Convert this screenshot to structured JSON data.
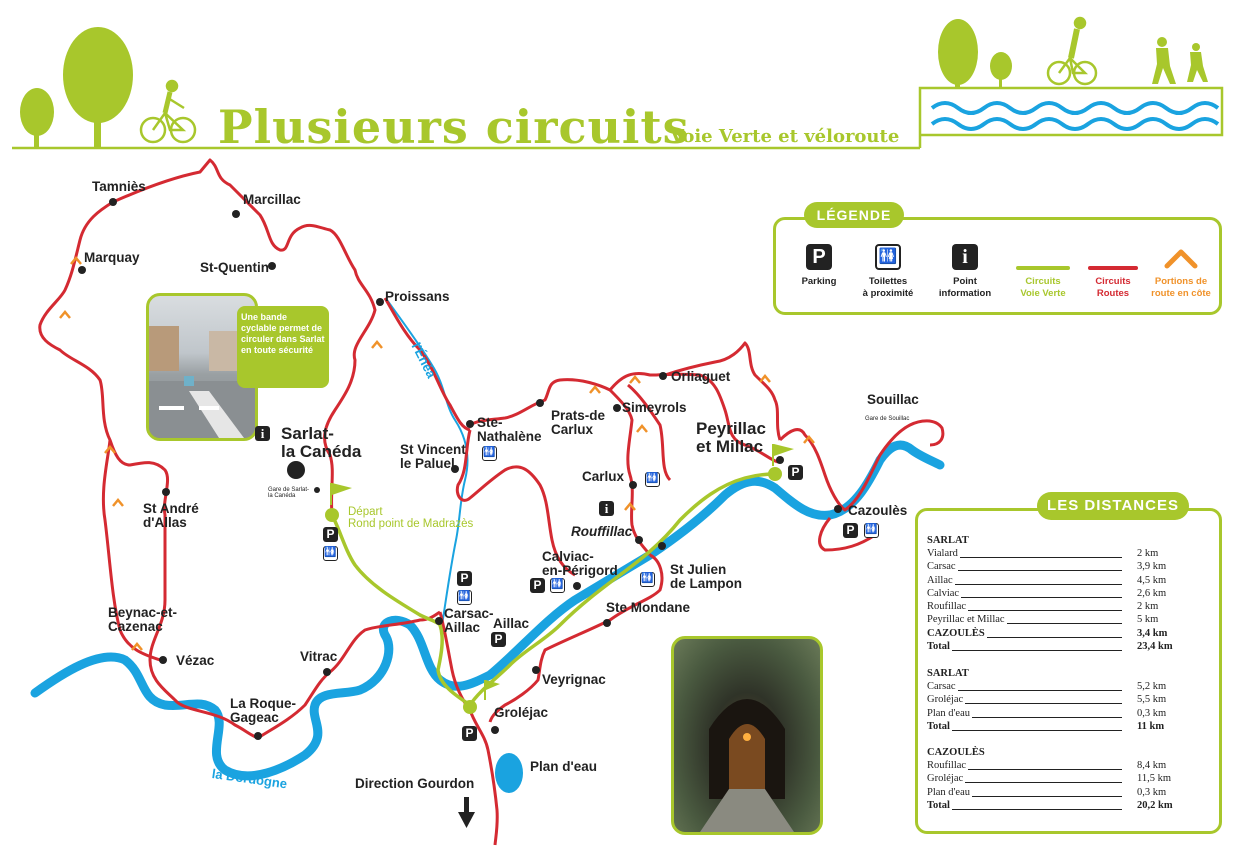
{
  "header": {
    "title": "Plusieurs circuits",
    "subtitle": "Voie Verte et véloroute"
  },
  "colors": {
    "green": "#a8c72c",
    "red": "#d42a32",
    "river": "#1aa3e0",
    "orange": "#f0922a"
  },
  "places": {
    "tamnies": "Tamniès",
    "marcillac": "Marcillac",
    "marquay": "Marquay",
    "st_quentin": "St-Quentin",
    "proissans": "Proissans",
    "enea": "l'Énéa",
    "sarlat_1": "Sarlat-",
    "sarlat_2": "la Canéda",
    "gare_sarlat_1": "Gare de Sarlat-",
    "gare_sarlat_2": "la Canéda",
    "depart_1": "Départ",
    "depart_2": "Rond point de Madrazès",
    "st_andre_1": "St André",
    "st_andre_2": "d'Allas",
    "beynac_1": "Beynac-et-",
    "beynac_2": "Cazenac",
    "vezac": "Vézac",
    "vitrac": "Vitrac",
    "roque_1": "La Roque-",
    "roque_2": "Gageac",
    "dordogne": "la Dordogne",
    "st_vincent_1": "St Vincent",
    "st_vincent_2": "le Paluel",
    "ste_nathalene_1": "Ste-",
    "ste_nathalene_2": "Nathalène",
    "prats_1": "Prats-de",
    "prats_2": "Carlux",
    "orliaguet": "Orliaguet",
    "simeyrols": "Simeyrols",
    "carlux": "Carlux",
    "rouffillac": "Rouffillac",
    "peyrillac_1": "Peyrillac",
    "peyrillac_2": "et Millac",
    "souillac": "Souillac",
    "gare_souillac": "Gare de Souillac",
    "cazoules": "Cazoulès",
    "calviac_1": "Calviac-",
    "calviac_2": "en-Périgord",
    "st_julien_1": "St Julien",
    "st_julien_2": "de Lampon",
    "ste_mondane": "Ste Mondane",
    "carsac_1": "Carsac-",
    "carsac_2": "Aillac",
    "aillac": "Aillac",
    "veyrignac": "Veyrignac",
    "grolejac": "Groléjac",
    "plan_eau": "Plan d'eau",
    "direction": "Direction Gourdon"
  },
  "callout": "Une bande cyclable permet de circuler dans Sarlat en toute sécurité",
  "icons": {
    "parking": "P",
    "info": "i",
    "toilets": "🚻"
  },
  "legend": {
    "title": "LÉGENDE",
    "items": [
      {
        "icon": "parking-icon",
        "label": "Parking"
      },
      {
        "icon": "toilets-icon",
        "label": "Toilettes\nà proximité"
      },
      {
        "icon": "info-icon",
        "label": "Point\ninformation"
      },
      {
        "icon": "green-line",
        "label": "Circuits\nVoie Verte"
      },
      {
        "icon": "red-line",
        "label": "Circuits\nRoutes"
      },
      {
        "icon": "chevron-up-icon",
        "label": "Portions de\nroute en côte"
      }
    ]
  },
  "distances": {
    "title": "LES DISTANCES",
    "groups": [
      {
        "head": "SARLAT",
        "rows": [
          {
            "name": "Vialard",
            "value": "2 km"
          },
          {
            "name": "Carsac",
            "value": "3,9 km"
          },
          {
            "name": "Aillac",
            "value": "4,5 km"
          },
          {
            "name": "Calviac",
            "value": "2,6 km"
          },
          {
            "name": "Roufillac",
            "value": "2 km"
          },
          {
            "name": "Peyrillac et Millac",
            "value": "5 km"
          },
          {
            "name": "CAZOULÈS",
            "value": "3,4 km"
          },
          {
            "name": "Total",
            "value": "23,4 km"
          }
        ]
      },
      {
        "head": "SARLAT",
        "rows": [
          {
            "name": "Carsac",
            "value": "5,2 km"
          },
          {
            "name": "Groléjac",
            "value": "5,5 km"
          },
          {
            "name": "Plan d'eau",
            "value": "0,3 km"
          },
          {
            "name": "Total",
            "value": "11 km"
          }
        ]
      },
      {
        "head": "CAZOULÈS",
        "rows": [
          {
            "name": "Roufillac",
            "value": "8,4 km"
          },
          {
            "name": "Groléjac",
            "value": "11,5 km"
          },
          {
            "name": "Plan d'eau",
            "value": "0,3 km"
          },
          {
            "name": "Total",
            "value": "20,2 km"
          }
        ]
      }
    ]
  }
}
